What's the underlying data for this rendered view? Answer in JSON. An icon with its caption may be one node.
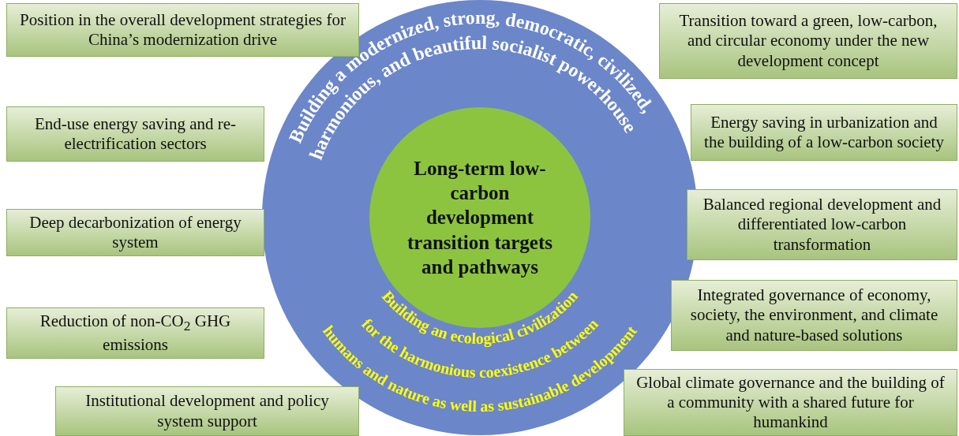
{
  "diagram": {
    "nodes": [
      {
        "text": [
          "Building a modernized, strong, democratic, civilized, harmonious, and beautiful socialist powerhouse",
          "Building an ecological civilization for the harmonious coexistence between humans and nature as well as sustainable development"
        ]
      },
      {
        "text": [
          "Long-term low-carbon development transition targets and pathways"
        ],
        "in": 0
      },
      {
        "text": [
          "Position in the overall development strategies for China’s modernization drive"
        ]
      },
      {
        "text": [
          "End-use energy saving and re-electrification sectors"
        ]
      },
      {
        "text": [
          "Deep decarbonization of energy system"
        ]
      },
      {
        "text": [
          "Reduction of non-CO$_{2}$ GHG emissions"
        ]
      },
      {
        "text": [
          "Institutional development and policy system support"
        ]
      },
      {
        "text": [
          "Transition toward a green, low-carbon, and circular economy under the new development concept"
        ]
      },
      {
        "text": [
          "Energy saving in urbanization and the building of a low-carbon society"
        ]
      },
      {
        "text": [
          "Balanced regional development and differentiated low-carbon transformation"
        ]
      },
      {
        "text": [
          "Integrated governance of economy, society, the environment, and climate and nature-based solutions"
        ]
      },
      {
        "text": [
          "Global climate governance and the building of a community with a shared future for humankind"
        ]
      }
    ]
  }
}
